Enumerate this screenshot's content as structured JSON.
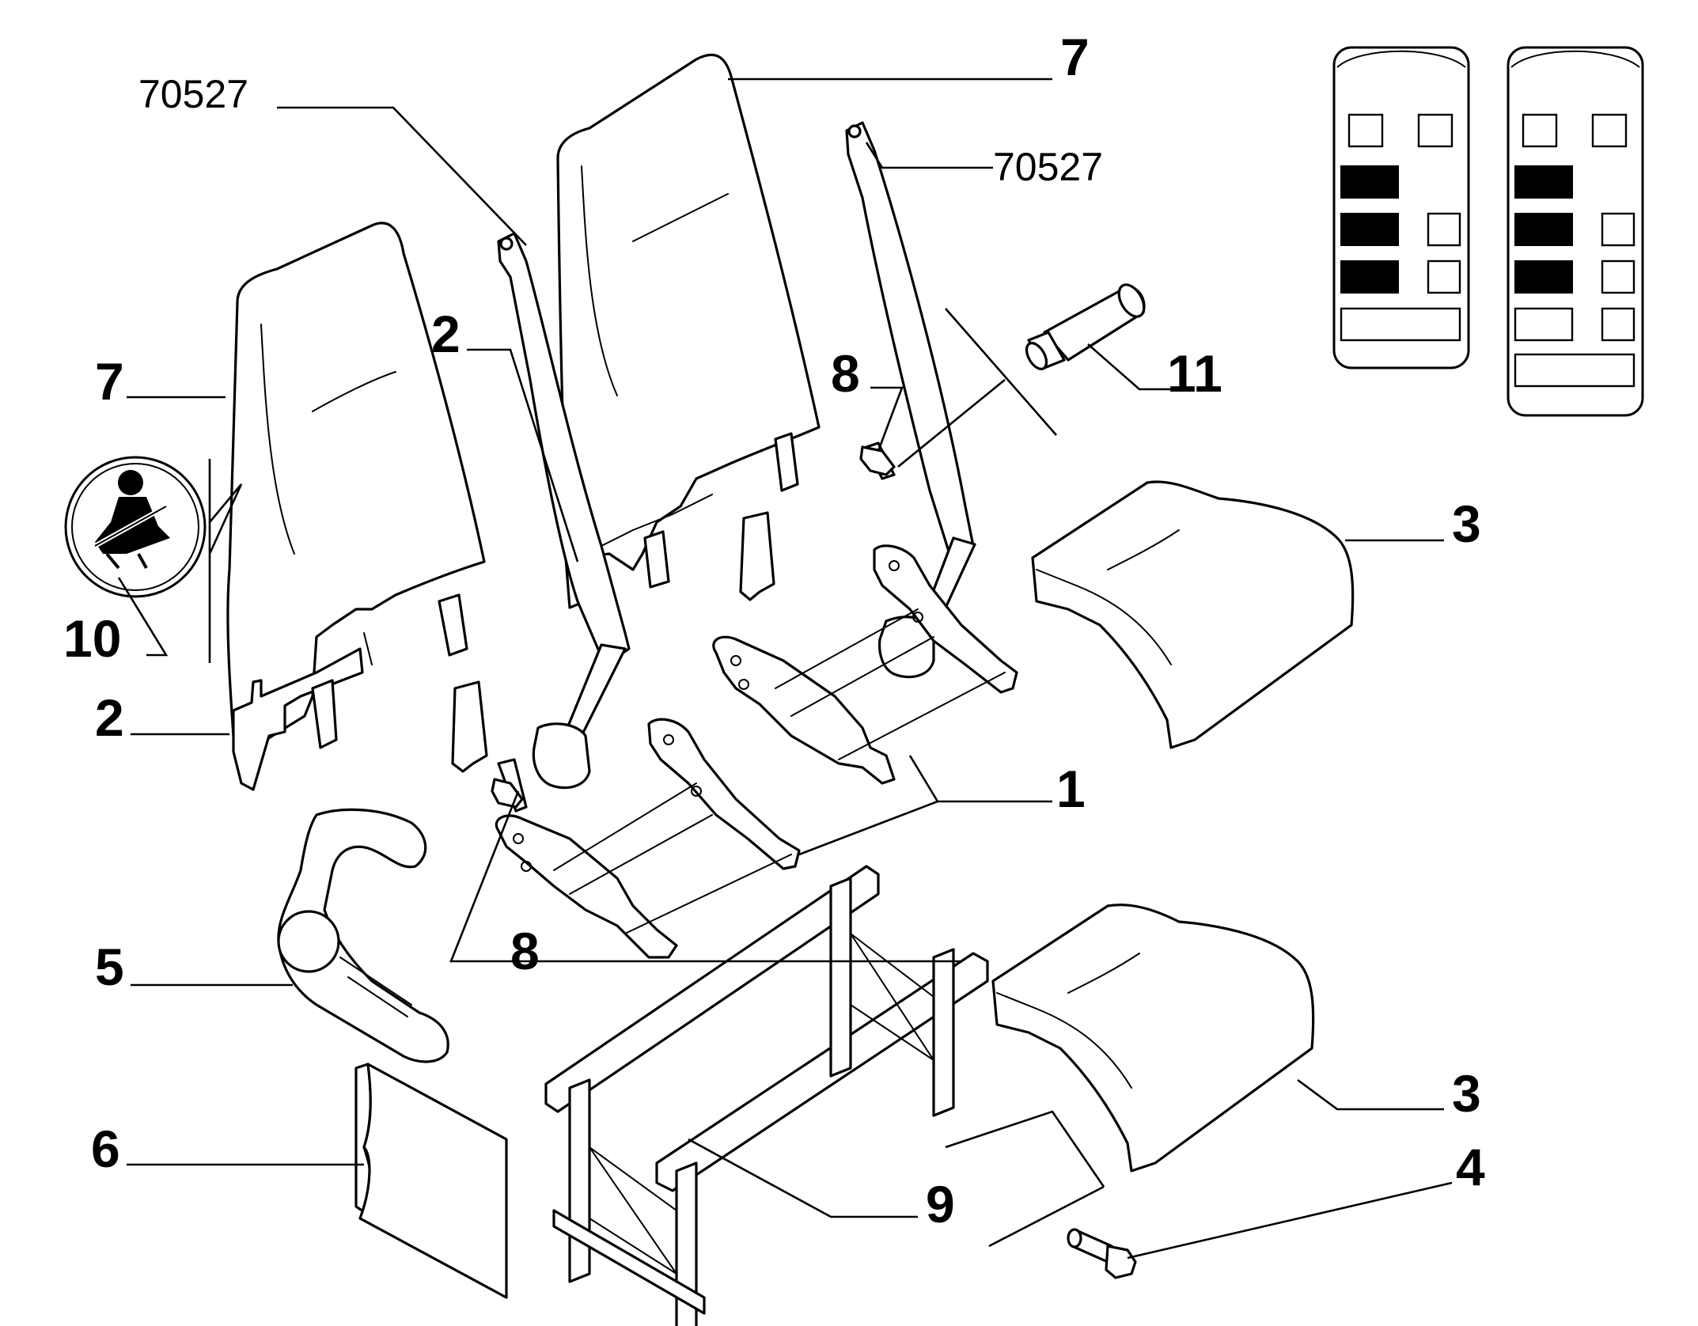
{
  "callouts": {
    "c1": "1",
    "c2_left": "2",
    "c2_upper": "2",
    "c3_upper": "3",
    "c3_lower": "3",
    "c4": "4",
    "c5": "5",
    "c6": "6",
    "c7_left": "7",
    "c7_top": "7",
    "c8_upper": "8",
    "c8_lower": "8",
    "c9": "9",
    "c10": "10",
    "c11": "11"
  },
  "references": {
    "ref_left": "70527",
    "ref_right": "70527"
  },
  "icons": {
    "seatbelt_warning": "seatbelt-warning-icon",
    "seat_layout_a": "seat-layout-a-icon",
    "seat_layout_b": "seat-layout-b-icon"
  },
  "colors": {
    "line": "#000000",
    "background": "#ffffff"
  }
}
